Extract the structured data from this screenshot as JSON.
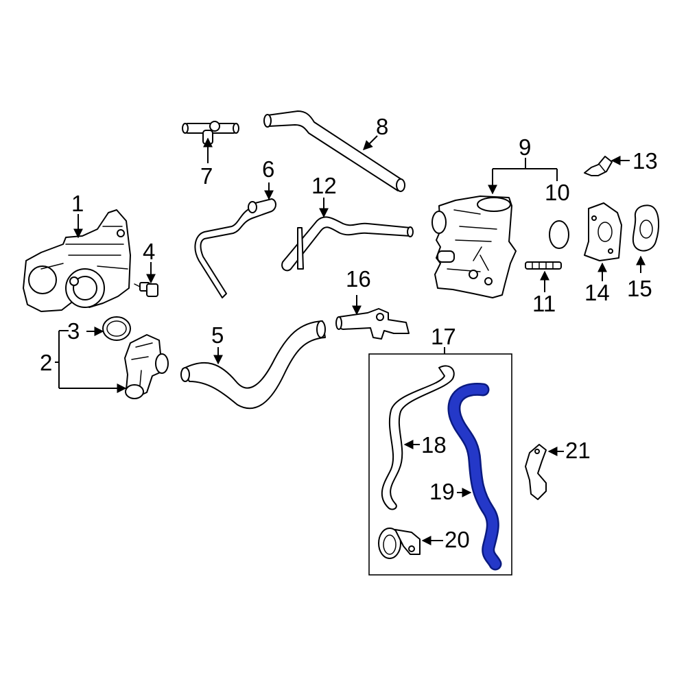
{
  "diagram": {
    "highlight_color": "#2438c8",
    "highlight_outline_color": "#0a1a80",
    "line_color": "#000000",
    "background_color": "#ffffff",
    "callouts": {
      "c1": "1",
      "c2": "2",
      "c3": "3",
      "c4": "4",
      "c5": "5",
      "c6": "6",
      "c7": "7",
      "c8": "8",
      "c9": "9",
      "c10": "10",
      "c11": "11",
      "c12": "12",
      "c13": "13",
      "c14": "14",
      "c15": "15",
      "c16": "16",
      "c17": "17",
      "c18": "18",
      "c19": "19",
      "c20": "20",
      "c21": "21"
    },
    "highlighted_part": "19"
  }
}
